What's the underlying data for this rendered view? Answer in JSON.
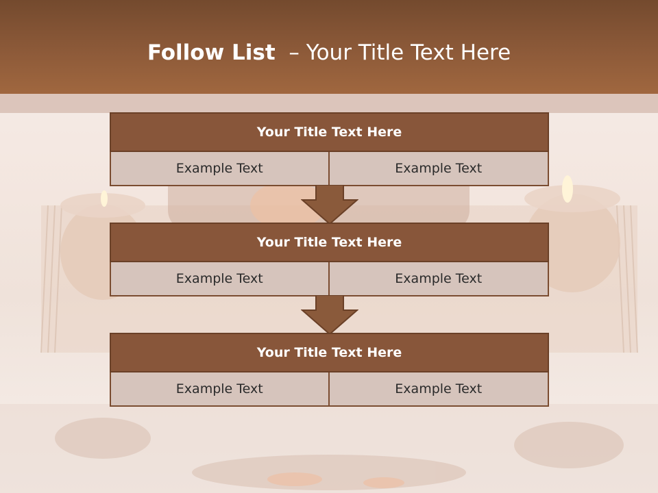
{
  "slide": {
    "title_bold": "Follow List",
    "title_rest": "– Your Title Text Here"
  },
  "blocks": [
    {
      "title": "Your Title Text Here",
      "left": "Example Text",
      "right": "Example Text"
    },
    {
      "title": "Your Title Text Here",
      "left": "Example Text",
      "right": "Example Text"
    },
    {
      "title": "Your Title Text Here",
      "left": "Example Text",
      "right": "Example Text"
    }
  ],
  "colors": {
    "header": "#8d5a39",
    "block_title": "#88563a",
    "cell": "#d6c4bc",
    "arrow": "#8a5a3b"
  }
}
